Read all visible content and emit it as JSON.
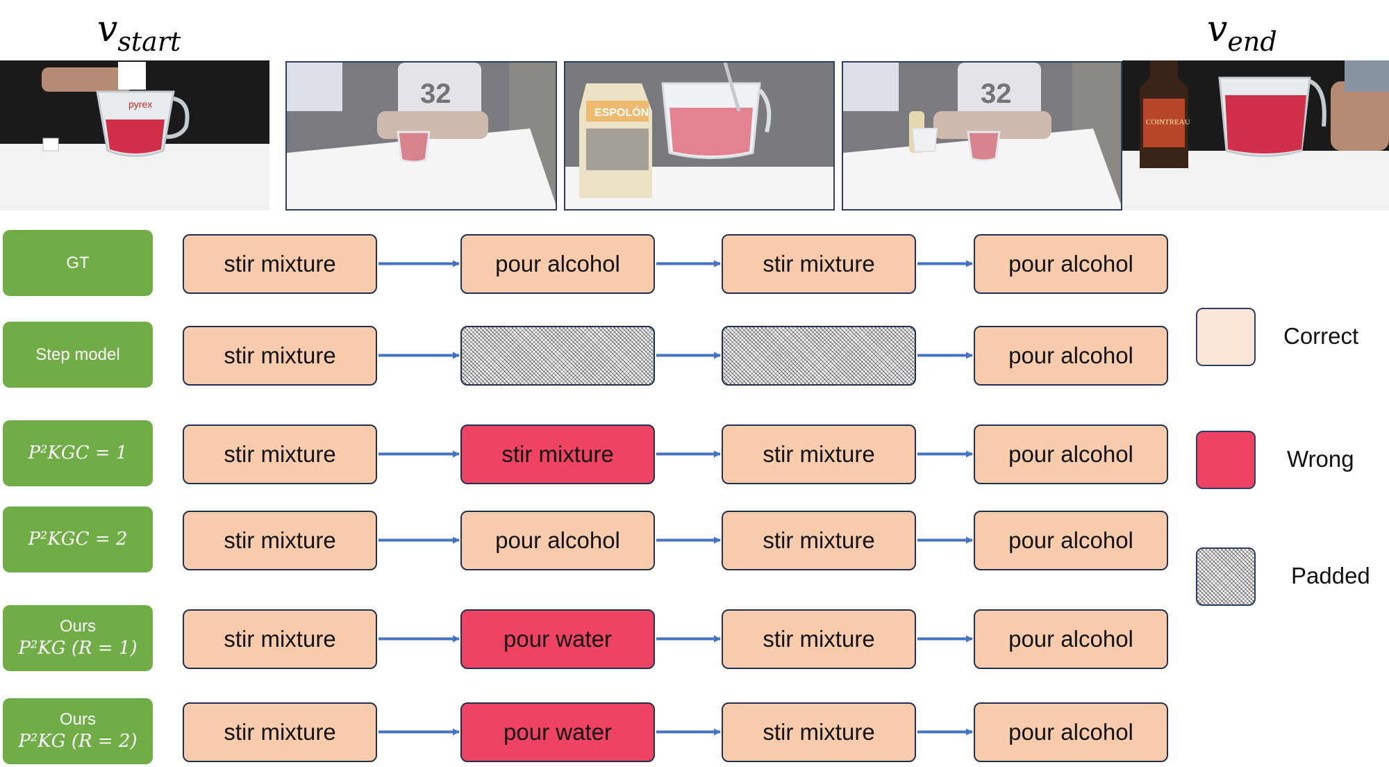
{
  "header": {
    "start_label": {
      "base": "v",
      "sub": "start"
    },
    "end_label": {
      "base": "v",
      "sub": "end"
    }
  },
  "frames": [
    {
      "name": "start-frame",
      "kind": "outer"
    },
    {
      "name": "frame-2",
      "kind": "intermediate"
    },
    {
      "name": "frame-3",
      "kind": "intermediate"
    },
    {
      "name": "frame-4",
      "kind": "intermediate"
    },
    {
      "name": "end-frame",
      "kind": "outer"
    }
  ],
  "rows": [
    {
      "label_lines": [
        "GT"
      ],
      "label_math": "",
      "steps": [
        {
          "text": "stir mixture",
          "status": "correct"
        },
        {
          "text": "pour alcohol",
          "status": "correct"
        },
        {
          "text": "stir mixture",
          "status": "correct"
        },
        {
          "text": "pour alcohol",
          "status": "correct"
        }
      ]
    },
    {
      "label_lines": [
        "Step model"
      ],
      "label_math": "",
      "steps": [
        {
          "text": "stir mixture",
          "status": "correct"
        },
        {
          "text": "",
          "status": "padded"
        },
        {
          "text": "",
          "status": "padded"
        },
        {
          "text": "pour alcohol",
          "status": "correct"
        }
      ]
    },
    {
      "label_lines": [],
      "label_math": "P²KGC = 1",
      "steps": [
        {
          "text": "stir mixture",
          "status": "correct"
        },
        {
          "text": "stir mixture",
          "status": "wrong"
        },
        {
          "text": "stir mixture",
          "status": "correct"
        },
        {
          "text": "pour alcohol",
          "status": "correct"
        }
      ]
    },
    {
      "label_lines": [],
      "label_math": "P²KGC = 2",
      "steps": [
        {
          "text": "stir mixture",
          "status": "correct"
        },
        {
          "text": "pour alcohol",
          "status": "correct"
        },
        {
          "text": "stir mixture",
          "status": "correct"
        },
        {
          "text": "pour alcohol",
          "status": "correct"
        }
      ]
    },
    {
      "label_lines": [
        "Ours"
      ],
      "label_math": "P²KG (R = 1)",
      "steps": [
        {
          "text": "stir mixture",
          "status": "correct"
        },
        {
          "text": "pour water",
          "status": "wrong"
        },
        {
          "text": "stir mixture",
          "status": "correct"
        },
        {
          "text": "pour alcohol",
          "status": "correct"
        }
      ]
    },
    {
      "label_lines": [
        "Ours"
      ],
      "label_math": "P²KG (R = 2)",
      "steps": [
        {
          "text": "stir mixture",
          "status": "correct"
        },
        {
          "text": "pour water",
          "status": "wrong"
        },
        {
          "text": "stir mixture",
          "status": "correct"
        },
        {
          "text": "pour alcohol",
          "status": "correct"
        }
      ]
    }
  ],
  "legend": [
    {
      "status": "correct",
      "label": "Correct"
    },
    {
      "status": "wrong",
      "label": "Wrong"
    },
    {
      "status": "padded",
      "label": "Padded"
    }
  ],
  "colors": {
    "label_green": "#70ad47",
    "correct": "#f8cbad",
    "correct_legend": "#fbe5d6",
    "wrong": "#f04364",
    "arrow": "#4472c4",
    "border": "#1f3050"
  }
}
